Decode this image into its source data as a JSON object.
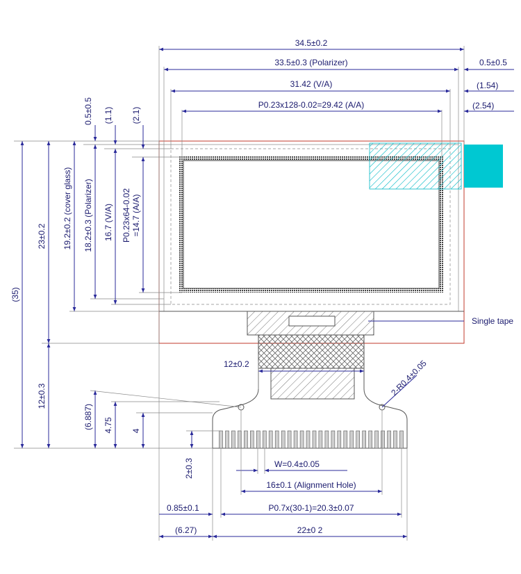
{
  "colors": {
    "dimension": "#2a2a9a",
    "outline": "#555555",
    "boundary": "#c0392b",
    "highlight": "#00c8d2"
  },
  "horizontal_dims": {
    "overall_width": "34.5±0.2",
    "polarizer_width": "33.5±0.3 (Polarizer)",
    "va_width": "31.42 (V/A)",
    "aa_width": "P0.23x128-0.02=29.42 (A/A)",
    "right_offset_1": "0.5±0.5",
    "right_offset_2": "(1.54)",
    "right_offset_3": "(2.54)",
    "fpc_neck_width": "12±0.2",
    "lead_width": "W=0.4±0.05",
    "alignment_hole": "16±0.1 (Alignment Hole)",
    "lead_offset": "0.85±0.1",
    "pitch_total": "P0.7x(30-1)=20.3±0.07",
    "fpc_left_offset": "(6.27)",
    "fpc_width": "22±0 2"
  },
  "vertical_dims": {
    "top_offset_1": "0.5±0.5",
    "top_offset_2": "(1.1)",
    "top_offset_3": "(2.1)",
    "overall_height": "(35)",
    "glass_height": "23±0.2",
    "cover_glass": "19.2±0.2 (cover glass)",
    "polarizer_height": "18.2±0.3 (Polarizer)",
    "va_height": "16.7 (V/A)",
    "aa_height_line1": "P0.23x64-0.02",
    "aa_height_line2": "=14.7 (A/A)",
    "fpc_height": "12±0.3",
    "hole_height": "(6.887)",
    "shoulder_height": "4.75",
    "tail_height": "4",
    "lead_length": "2±0.3"
  },
  "callouts": {
    "single_tape": "Single tape",
    "hole_radius": "2-R0.4±0.05"
  },
  "icons": {
    "arrowhead": "arrowhead-icon"
  }
}
